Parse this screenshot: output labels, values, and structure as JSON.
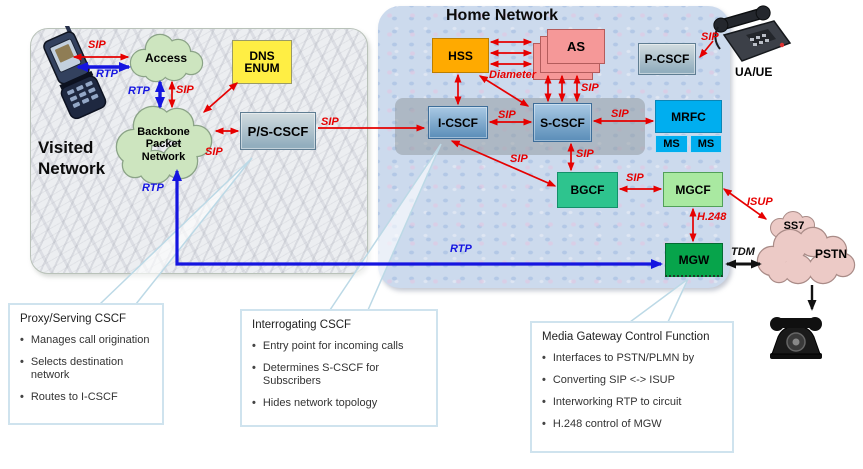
{
  "panels": {
    "visited_title_lines": [
      "Visited",
      "Network"
    ],
    "home_title": "Home Network"
  },
  "nodes": {
    "access": "Access",
    "dns_lines": [
      "DNS",
      "ENUM"
    ],
    "backbone_lines": [
      "Backbone",
      "Packet",
      "Network"
    ],
    "ps_cscf": "P/S-CSCF",
    "hss": "HSS",
    "as": "AS",
    "p_cscf": "P-CSCF",
    "ua_ue": "UA/UE",
    "i_cscf": "I-CSCF",
    "s_cscf": "S-CSCF",
    "mrfc": "MRFC",
    "ms_left": "MS",
    "ms_right": "MS",
    "bgcf": "BGCF",
    "mgcf": "MGCF",
    "mgw": "MGW",
    "ss7": "SS7",
    "pstn": "PSTN"
  },
  "labels": {
    "sip": "SIP",
    "rtp": "RTP",
    "diameter": "Diameter",
    "isup": "ISUP",
    "h248": "H.248",
    "tdm": "TDM"
  },
  "callouts": [
    {
      "title": "Proxy/Serving  CSCF",
      "bullets": [
        "Manages call origination",
        "Selects destination network",
        "Routes to I-CSCF"
      ]
    },
    {
      "title": "Interrogating CSCF",
      "bullets": [
        "Entry point for incoming calls",
        "Determines S-CSCF for Subscribers",
        "Hides network topology"
      ]
    },
    {
      "title": "Media Gateway Control Function",
      "bullets": [
        "Interfaces to PSTN/PLMN by",
        "Converting SIP <-> ISUP",
        "Interworking RTP to circuit",
        "H.248 control of MGW"
      ]
    }
  ],
  "colors": {
    "sip_red": "#e60000",
    "rtp_blue": "#1515e0",
    "hss_orange": "#ffaa00",
    "as_pink": "#f59898",
    "cscf_blue_light": "#a9c9e4",
    "cscf_blue": "#5e90ba",
    "steel_light": "#d2dce0",
    "steel": "#92aebe",
    "mrfc_cyan": "#00aeef",
    "bgcf_green": "#2ec48e",
    "mgcf_green": "#a9e9a1",
    "mgw_green": "#07a44b",
    "dns_yellow": "#ffee44",
    "cloud_green": "#cde5bf",
    "cloud_pink": "#eccac6"
  }
}
